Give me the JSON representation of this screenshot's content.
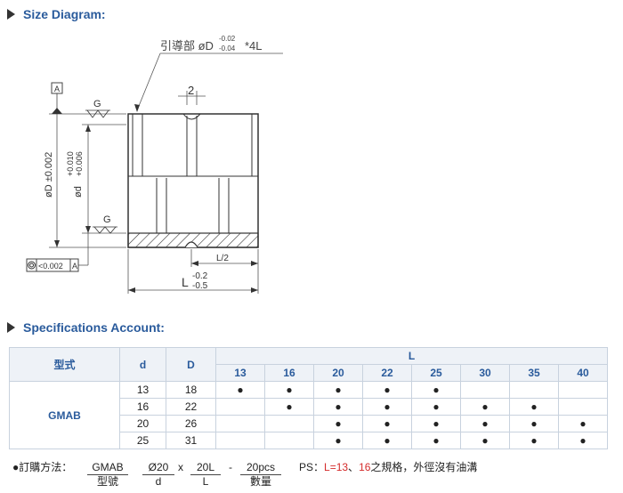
{
  "sections": {
    "size_diagram_title": "Size Diagram:",
    "spec_title": "Specifications Account:"
  },
  "diagram": {
    "callout": "引導部 øD",
    "callout_tol_upper": "-0.02",
    "callout_tol_lower": "-0.04",
    "callout_suffix": "*4L",
    "groove_width": "2",
    "datum_label": "A",
    "roughness_top": "G",
    "roughness_bottom": "G",
    "dim_D": "øD ±0.002",
    "dim_d": "ød",
    "dim_d_upper": "+0.010",
    "dim_d_lower": "+0.006",
    "concentricity_value": "<0.002",
    "concentricity_datum": "A",
    "half_length": "L/2",
    "length_label": "L",
    "length_upper": "-0.2",
    "length_lower": "-0.5"
  },
  "table": {
    "header_model": "型式",
    "header_d": "d",
    "header_D": "D",
    "header_L": "L",
    "L_values": [
      "13",
      "16",
      "20",
      "22",
      "25",
      "30",
      "35",
      "40"
    ],
    "model": "GMAB",
    "rows": [
      {
        "d": "13",
        "D": "18",
        "avail": [
          true,
          true,
          true,
          true,
          true,
          false,
          false,
          false
        ]
      },
      {
        "d": "16",
        "D": "22",
        "avail": [
          false,
          true,
          true,
          true,
          true,
          true,
          true,
          false
        ]
      },
      {
        "d": "20",
        "D": "26",
        "avail": [
          false,
          false,
          true,
          true,
          true,
          true,
          true,
          true
        ]
      },
      {
        "d": "25",
        "D": "31",
        "avail": [
          false,
          false,
          true,
          true,
          true,
          true,
          true,
          true
        ]
      }
    ],
    "dot": "●"
  },
  "order": {
    "lead": "●訂購方法：",
    "items": [
      {
        "top": "GMAB",
        "bottom": "型號"
      },
      {
        "top": "Ø20",
        "bottom": "d"
      },
      {
        "top": "20L",
        "bottom": "L"
      },
      {
        "top": "20pcs",
        "bottom": "數量"
      }
    ],
    "sep_x": "x",
    "sep_dash": "-",
    "ps_prefix": "PS：",
    "ps_l": "L=13",
    "ps_comma": "、",
    "ps_16": "16",
    "ps_rest": "之規格，外徑沒有油溝"
  }
}
